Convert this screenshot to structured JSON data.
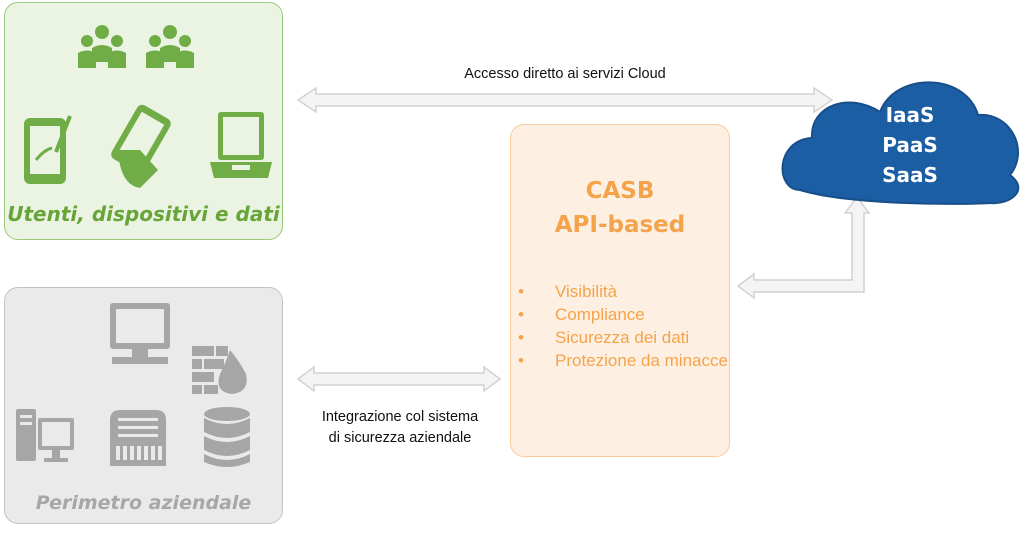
{
  "users_box": {
    "label": "Utenti, dispositivi e dati"
  },
  "perimeter_box": {
    "label": "Perimetro aziendale"
  },
  "casb": {
    "title_line1": "CASB",
    "title_line2": "API-based",
    "features": [
      "Visibilità",
      "Compliance",
      "Sicurezza dei dati",
      "Protezione da minacce"
    ]
  },
  "cloud": {
    "lines": [
      "IaaS",
      "PaaS",
      "SaaS"
    ]
  },
  "connections": {
    "direct": "Accesso diretto ai servizi Cloud",
    "integration_line1": "Integrazione col sistema",
    "integration_line2": "di sicurezza aziendale"
  },
  "colors": {
    "green": "#70ad47",
    "orange": "#f5a34b",
    "blue": "#1c5ea3",
    "grey": "#a6a6a6"
  },
  "icons": [
    "users-group-icon",
    "tablet-icon",
    "smartphone-icon",
    "laptop-icon",
    "monitor-icon",
    "firewall-icon",
    "desktop-pc-icon",
    "server-icon",
    "database-icon"
  ]
}
